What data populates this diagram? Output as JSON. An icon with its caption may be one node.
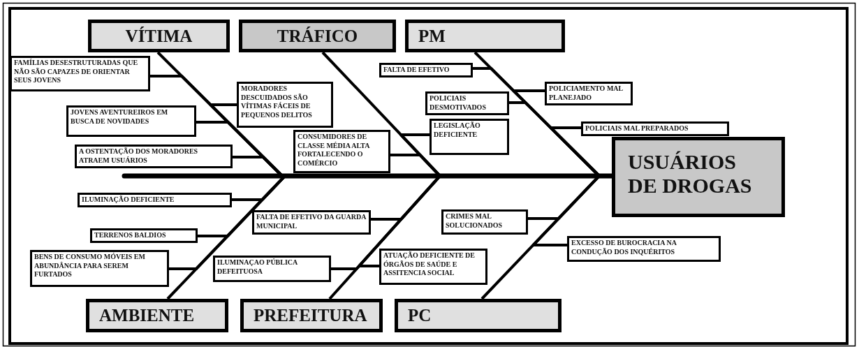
{
  "diagram": {
    "nodes": [
      {
        "text": [
          "VÍTIMA"
        ]
      },
      {
        "text": [
          "TRÁFICO"
        ]
      },
      {
        "text": [
          "PM"
        ]
      },
      {
        "text": [
          "FAMÍLIAS DESESTRUTURADAS QUE NÃO SÃO CAPAZES DE ORIENTAR SEUS JOVENS"
        ]
      },
      {
        "text": [
          "MORADORES DESCUIDADOS SÃO VÍTIMAS FÁCEIS DE PEQUENOS DELITOS"
        ]
      },
      {
        "text": [
          "JOVENS AVENTUREIROS EM BUSCA DE NOVIDADES"
        ]
      },
      {
        "text": [
          "A OSTENTAÇÃO DOS MORADORES ATRAEM USUÁRIOS"
        ]
      },
      {
        "text": [
          "CONSUMIDORES DE CLASSE MÉDIA ALTA FORTALECENDO O COMÉRCIO"
        ]
      },
      {
        "text": [
          "FALTA DE EFETIVO"
        ]
      },
      {
        "text": [
          "POLICIAIS DESMOTIVADOS"
        ]
      },
      {
        "text": [
          "LEGISLAÇÃO DEFICIENTE"
        ]
      },
      {
        "text": [
          "POLICIAMENTO MAL PLANEJADO"
        ]
      },
      {
        "text": [
          "POLICIAIS MAL PREPARADOS"
        ]
      },
      {
        "text": [
          "USUÁRIOS DE DROGAS"
        ]
      },
      {
        "text": [
          "ILUMINAÇÃO DEFICIENTE"
        ]
      },
      {
        "text": [
          "FALTA DE EFETIVO DA GUARDA MUNICIPAL"
        ]
      },
      {
        "text": [
          "CRIMES MAL SOLUCIONADOS"
        ]
      },
      {
        "text": [
          "TERRENOS BALDIOS"
        ]
      },
      {
        "text": [
          "EXCESSO DE BUROCRACIA NA CONDUÇÃO DOS INQUÉRITOS"
        ]
      },
      {
        "text": [
          "BENS DE CONSUMO MÓVEIS EM ABUNDÂNCIA PARA SEREM FURTADOS"
        ]
      },
      {
        "text": [
          "ILUMINAÇAO PÚBLICA DEFEITUOSA"
        ]
      },
      {
        "text": [
          "ATUAÇÃO DEFICIENTE DE ÓRGÃOS DE SAÚDE E ASSITENCIA SOCIAL"
        ]
      },
      {
        "text": [
          "AMBIENTE"
        ]
      },
      {
        "text": [
          "PREFEITURA"
        ]
      },
      {
        "text": [
          "PC"
        ]
      }
    ],
    "edges": [
      {
        "from": 0,
        "to": 13,
        "arrow": "none"
      },
      {
        "from": 1,
        "to": 13,
        "arrow": "none"
      },
      {
        "from": 2,
        "to": 13,
        "arrow": "none"
      },
      {
        "from": 22,
        "to": 13,
        "arrow": "none"
      },
      {
        "from": 23,
        "to": 13,
        "arrow": "none"
      },
      {
        "from": 24,
        "to": 13,
        "arrow": "none"
      },
      {
        "from": 3,
        "to": 13,
        "arrow": "none"
      },
      {
        "from": 4,
        "to": 13,
        "arrow": "none"
      },
      {
        "from": 5,
        "to": 13,
        "arrow": "none"
      },
      {
        "from": 6,
        "to": 13,
        "arrow": "none"
      },
      {
        "from": 7,
        "to": 13,
        "arrow": "none"
      },
      {
        "from": 8,
        "to": 13,
        "arrow": "none"
      },
      {
        "from": 9,
        "to": 13,
        "arrow": "none"
      },
      {
        "from": 10,
        "to": 13,
        "arrow": "none"
      },
      {
        "from": 11,
        "to": 13,
        "arrow": "none"
      },
      {
        "from": 12,
        "to": 13,
        "arrow": "none"
      },
      {
        "from": 14,
        "to": 13,
        "arrow": "none"
      },
      {
        "from": 15,
        "to": 13,
        "arrow": "none"
      },
      {
        "from": 16,
        "to": 13,
        "arrow": "none"
      },
      {
        "from": 17,
        "to": 13,
        "arrow": "none"
      },
      {
        "from": 18,
        "to": 13,
        "arrow": "none"
      },
      {
        "from": 19,
        "to": 13,
        "arrow": "none"
      },
      {
        "from": 20,
        "to": 13,
        "arrow": "none"
      },
      {
        "from": 21,
        "to": 13,
        "arrow": "none"
      }
    ]
  }
}
